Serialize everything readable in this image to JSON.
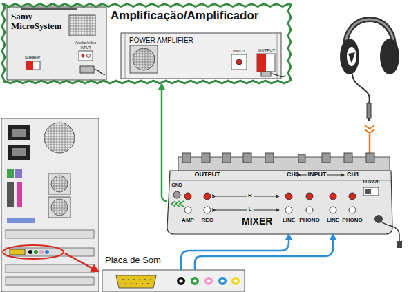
{
  "diagram": {
    "nodes": [
      {
        "text": [
          "Amplificação/Amplificador"
        ]
      },
      {
        "text": [
          "Samy MicroSystem"
        ],
        "in": 0
      },
      {
        "text": [
          "POWER AMPLIFIER"
        ],
        "in": 0
      },
      {
        "text": [
          "MIXER"
        ]
      },
      {
        "text": [
          "Placa de Som"
        ]
      }
    ],
    "edges": [
      {
        "from": 3,
        "to": 0,
        "arrow": "to"
      },
      {
        "from": 4,
        "to": 3,
        "arrow": "to"
      },
      {
        "from": 4,
        "to": 3,
        "arrow": "to"
      }
    ],
    "labels": [
      "Auxiliar/vídeo",
      "INPUT",
      "Speaker",
      "INPUT",
      "OUTPUT",
      "OUTPUT",
      "CH2",
      "INPUT",
      "CH1",
      "GND",
      "R",
      "L",
      "AMP",
      "REC",
      "LINE",
      "PHONO",
      "LINE",
      "PHONO",
      "110/220"
    ]
  }
}
